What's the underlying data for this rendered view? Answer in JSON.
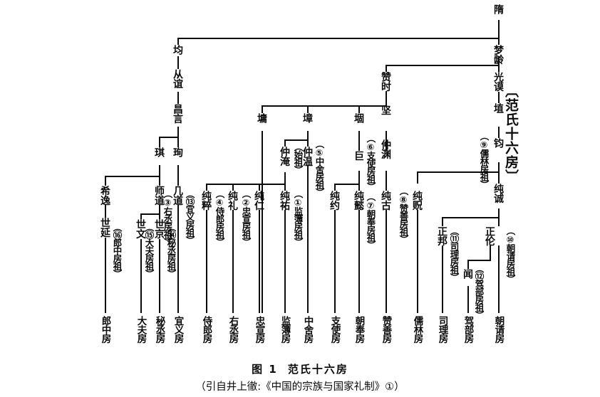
{
  "figure": {
    "title_block": "〔范氏十六房〕",
    "caption_number": "图 1",
    "caption_title": "范氏十六房",
    "caption_source": "（引自井上徹:《中国的宗族与国家礼制》①）"
  },
  "persons": {
    "sui": "隋",
    "menglin": "梦龄",
    "jun": "均",
    "congyi": "从谊",
    "changyan": "昌言",
    "zanshi": "赞时",
    "guangmo": "光谟",
    "qi": "琪",
    "xun": "珣",
    "yong": "墉",
    "zhang": "墇",
    "gu": "堌",
    "jian": "坚",
    "zhi": "埴",
    "junr": "钧",
    "xiyi": "希逸",
    "shidao": "师道",
    "jidao": "几道",
    "zhongyan": "仲淹",
    "zhongwen": "仲温",
    "ju": "巨",
    "zhongyuan": "仲渊",
    "chunzhen": "纯诚",
    "shiyan": "世延",
    "shiwen": "世文",
    "shijing": "世京",
    "chuncui": "纯粹",
    "chunli": "纯礼",
    "chunren": "纯仁",
    "chunyou": "纯祐",
    "chunyue": "纯约",
    "chunyi": "纯懿",
    "chungu": "纯古",
    "chunkuang": "纯贶",
    "zhengbang": "正邦",
    "zhenglun": "正伦",
    "wen": "闻"
  },
  "annotations": {
    "shizu": "（始祖）",
    "a1": "①监簿房祖",
    "a2": "②忠宣房祖",
    "a3": "③右丞房祖",
    "a4": "④侍郎房祖",
    "a5": "⑤中舍房祖",
    "a6": "⑥支使房祖",
    "a7": "⑦朝奉房祖",
    "a8": "⑧赞善房祖",
    "a9": "⑨儒林房祖",
    "a10": "⑩朝请房祖",
    "a11": "⑪司理房祖",
    "a12": "⑫驾部房祖",
    "a13": "⑬宜义房祖",
    "a14": "⑭秘丞房祖",
    "a15": "⑮大夫房祖",
    "a16": "⑯郎中房祖",
    "a1p": "（①监簿房祖）",
    "a2p": "（②忠宣房祖）",
    "a3p": "（③右丞房祖）",
    "a4p": "（④侍郎房祖）",
    "a5p": "（⑤中舍房祖）",
    "a6p": "（⑥支使房祖）",
    "a7p": "（⑦朝奉房祖）",
    "a8p": "（⑧赞善房祖）",
    "a9p": "（⑨儒林房祖）",
    "a10p": "（⑩朝请房祖）",
    "a11p": "（⑪司理房祖）",
    "a12p": "（⑫驾部房祖）",
    "a13p": "（⑬宜义房祖）",
    "a14p": "（⑭秘丞房祖）",
    "a15p": "（⑮大夫房祖）",
    "a16p": "（⑯郎中房祖）"
  },
  "houses": {
    "h16": "郎中房",
    "h15": "大夫房",
    "h14": "秘丞房",
    "h13": "宜义房",
    "h4": "侍郎房",
    "h3": "右丞房",
    "h2": "忠宣房",
    "h1": "监簿房",
    "h5": "中舍房",
    "h6": "支使房",
    "h7": "朝奉房",
    "h8": "赞善房",
    "h9": "儒林房",
    "h11": "司理房",
    "h12": "驾部房",
    "h10": "朝请房"
  },
  "chart_data": {
    "type": "tree",
    "title": "范氏十六房",
    "root": "隋",
    "edges": [
      [
        "隋",
        "均"
      ],
      [
        "隋",
        "梦龄"
      ],
      [
        "均",
        "从谊"
      ],
      [
        "从谊",
        "昌言"
      ],
      [
        "昌言",
        "琪"
      ],
      [
        "昌言",
        "珣"
      ],
      [
        "琪",
        "希逸"
      ],
      [
        "琪",
        "师道"
      ],
      [
        "珣",
        "几道"
      ],
      [
        "希逸",
        "世延"
      ],
      [
        "师道",
        "世文"
      ],
      [
        "师道",
        "世京"
      ],
      [
        "梦龄",
        "赞时"
      ],
      [
        "梦龄",
        "光谟"
      ],
      [
        "赞时",
        "坚"
      ],
      [
        "坚",
        "墉"
      ],
      [
        "坚",
        "墇"
      ],
      [
        "坚",
        "堌"
      ],
      [
        "墇",
        "仲淹"
      ],
      [
        "墇",
        "仲温"
      ],
      [
        "仲淹",
        "纯祐"
      ],
      [
        "仲淹",
        "纯仁"
      ],
      [
        "仲淹",
        "纯礼"
      ],
      [
        "仲淹",
        "纯粹"
      ],
      [
        "堌",
        "巨"
      ],
      [
        "巨",
        "纯约"
      ],
      [
        "巨",
        "纯懿"
      ],
      [
        "坚",
        "仲渊"
      ],
      [
        "仲渊",
        "纯古"
      ],
      [
        "光谟",
        "埴"
      ],
      [
        "埴",
        "钧"
      ],
      [
        "钧",
        "纯贶"
      ],
      [
        "钧",
        "纯诚"
      ],
      [
        "纯诚",
        "正邦"
      ],
      [
        "纯诚",
        "正伦"
      ],
      [
        "正伦",
        "闻"
      ]
    ],
    "house_founders": [
      {
        "no": 1,
        "founder": "纯祐",
        "house": "监簿房"
      },
      {
        "no": 2,
        "founder": "纯仁",
        "house": "忠宣房"
      },
      {
        "no": 3,
        "founder": "纯礼",
        "house": "右丞房"
      },
      {
        "no": 4,
        "founder": "纯粹",
        "house": "侍郎房"
      },
      {
        "no": 5,
        "founder": "仲温",
        "house": "中舍房"
      },
      {
        "no": 6,
        "founder": "仲渊",
        "house": "支使房"
      },
      {
        "no": 7,
        "founder": "纯懿",
        "house": "朝奉房"
      },
      {
        "no": 8,
        "founder": "纯贶",
        "house": "赞善房"
      },
      {
        "no": 9,
        "founder": "钧",
        "house": "儒林房"
      },
      {
        "no": 10,
        "founder": "正伦",
        "house": "朝请房"
      },
      {
        "no": 11,
        "founder": "正邦",
        "house": "司理房"
      },
      {
        "no": 12,
        "founder": "闻",
        "house": "驾部房"
      },
      {
        "no": 13,
        "founder": "几道",
        "house": "宜义房"
      },
      {
        "no": 14,
        "founder": "世京",
        "house": "秘丞房"
      },
      {
        "no": 15,
        "founder": "世京",
        "house": "大夫房"
      },
      {
        "no": 16,
        "founder": "世文",
        "house": "郎中房"
      }
    ]
  }
}
